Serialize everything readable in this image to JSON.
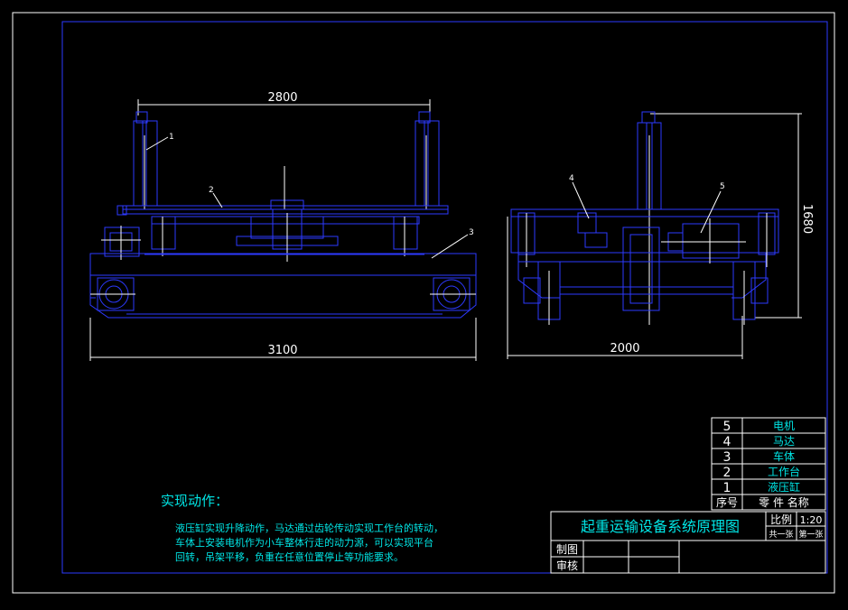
{
  "dimensions": {
    "top_width": "2800",
    "bottom_width": "3100",
    "side_width": "2000",
    "side_height": "1680"
  },
  "part_callouts": [
    "1",
    "2",
    "3",
    "4",
    "5"
  ],
  "parts_table": {
    "rows": [
      {
        "no": "5",
        "name": "电机"
      },
      {
        "no": "4",
        "name": "马达"
      },
      {
        "no": "3",
        "name": "车体"
      },
      {
        "no": "2",
        "name": "工作台"
      },
      {
        "no": "1",
        "name": "液压缸"
      }
    ],
    "header_no": "序号",
    "header_name": "零 件 名称"
  },
  "title_block": {
    "title": "起重运输设备系统原理图",
    "scale_label": "比例",
    "scale_value": "1:20",
    "sheets_total": "共一张",
    "sheet_no": "第一张",
    "drawn_by": "制图",
    "checked_by": "审核"
  },
  "notes": {
    "heading": "实现动作：",
    "lines": [
      "液压缸实现升降动作，马达通过齿轮传动实现工作台的转动，",
      "车体上安装电机作为小车整体行走的动力源，可以实现平台",
      "回转，吊架平移，负重在任意位置停止等功能要求。"
    ]
  }
}
